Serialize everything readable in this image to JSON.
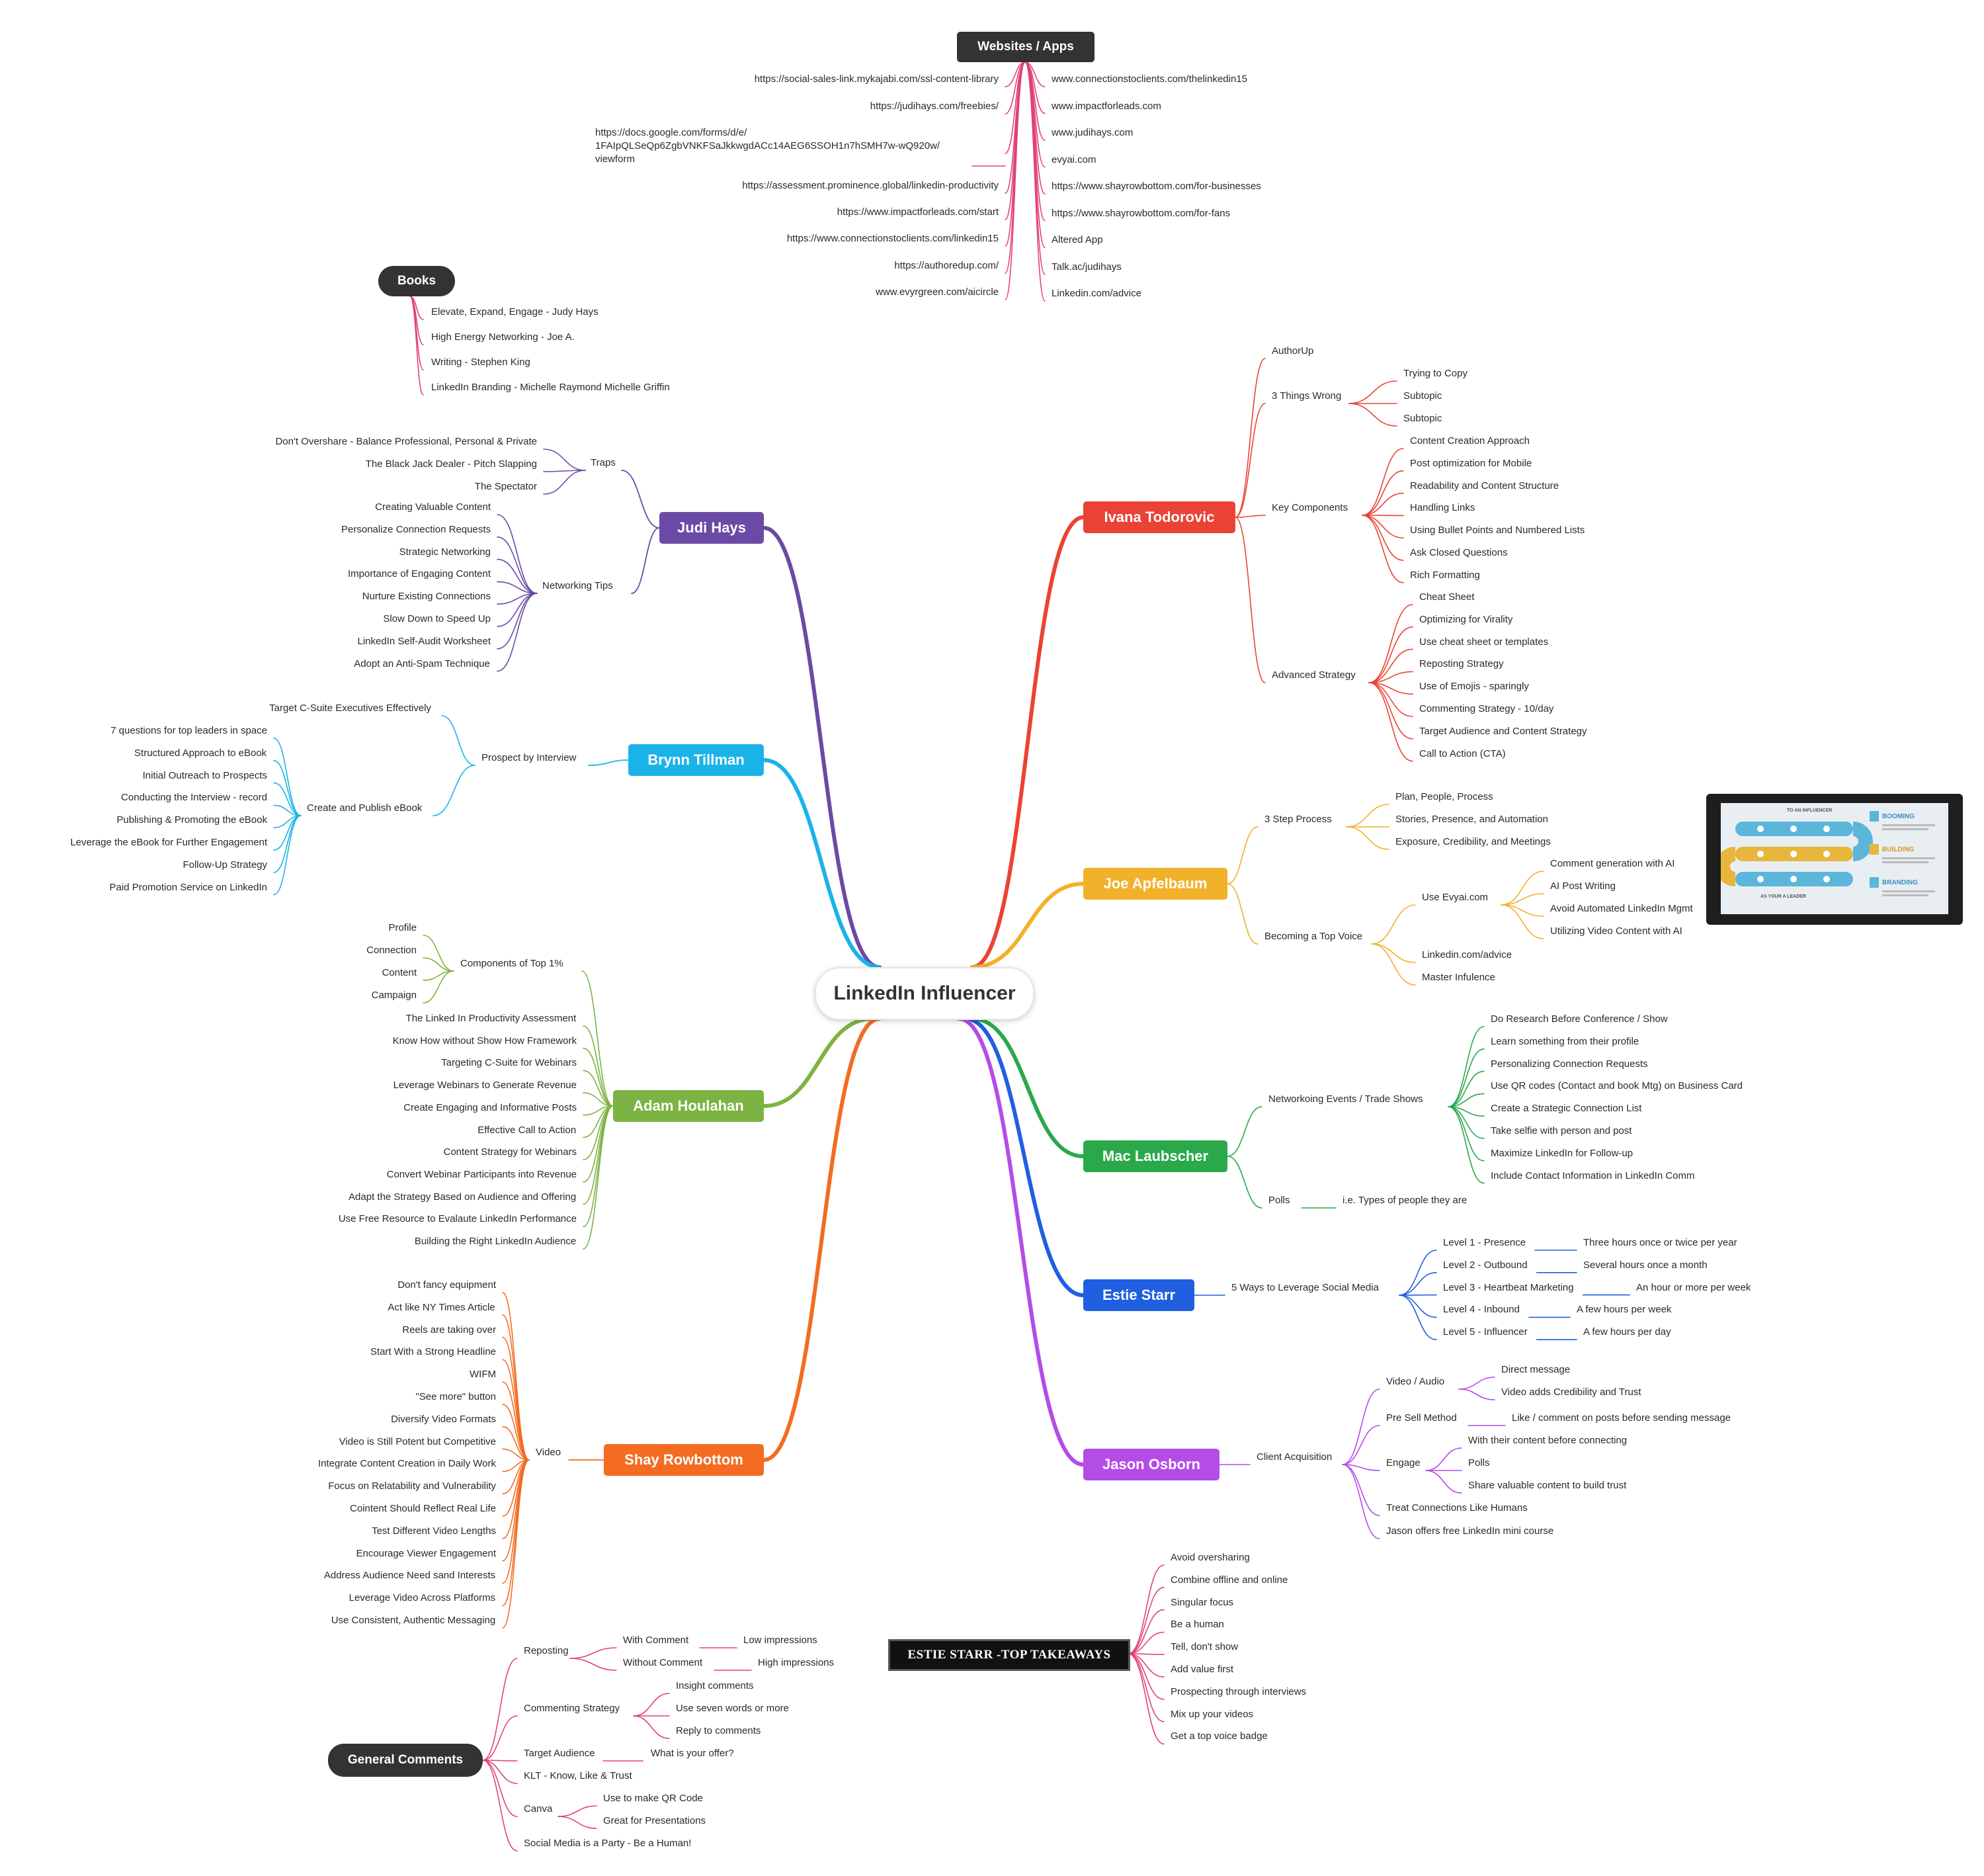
{
  "center": {
    "label": "LinkedIn Influencer"
  },
  "websites": {
    "title": "Websites  / Apps",
    "left": [
      "https://social-sales-link.mykajabi.com/ssl-content-library",
      "https://judihays.com/freebies/",
      "https://docs.google.com/forms/d/e/\n1FAIpQLSeQp6ZgbVNKFSaJkkwgdACc14AEG6SSOH1n7hSMH7w-wQ920w/\nviewform",
      "https://assessment.prominence.global/linkedin-productivity",
      "https://www.impactforleads.com/start",
      "https://www.connectionstoclients.com/linkedin15",
      "https://authoredup.com/",
      "www.evyrgreen.com/aicircle"
    ],
    "right": [
      "www.connectionstoclients.com/thelinkedin15",
      "www.impactforleads.com",
      "www.judihays.com",
      "evyai.com",
      "https://www.shayrowbottom.com/for-businesses",
      "https://www.shayrowbottom.com/for-fans",
      "Altered App",
      "Talk.ac/judihays",
      "Linkedin.com/advice"
    ]
  },
  "books": {
    "title": "Books",
    "items": [
      "Elevate, Expand, Engage - Judy Hays",
      "High Energy Networking - Joe A.",
      "Writing - Stephen King",
      "LinkedIn Branding - Michelle Raymond Michelle Griffin"
    ]
  },
  "judi": {
    "title": "Judi Hays",
    "traps_label": "Traps",
    "traps": [
      "Don't Overshare - Balance Professional, Personal & Private",
      "The Black Jack Dealer - Pitch Slapping",
      "The Spectator"
    ],
    "tips_label": "Networking Tips",
    "tips": [
      "Creating Valuable Content",
      "Personalize Connection Requests",
      "Strategic Networking",
      "Importance of Engaging Content",
      "Nurture Existing Connections",
      "Slow Down to Speed Up",
      "LinkedIn Self-Audit Worksheet",
      "Adopt an Anti-Spam Technique"
    ]
  },
  "brynn": {
    "title": "Brynn Tillman",
    "prospect_label": "Prospect by Interview",
    "target": "Target C-Suite Executives Effectively",
    "ebook_label": "Create and Publish eBook",
    "ebook": [
      "7 questions for top leaders in space",
      "Structured Approach to eBook",
      "Initial Outreach to Prospects",
      "Conducting the Interview - record",
      "Publishing & Promoting the eBook",
      "Leverage the eBook for Further Engagement",
      "Follow-Up Strategy",
      "Paid Promotion Service on LinkedIn"
    ]
  },
  "adam": {
    "title": "Adam Houlahan",
    "comp_label": "Components of Top 1%",
    "comp": [
      "Profile",
      "Connection",
      "Content",
      "Campaign"
    ],
    "items": [
      "The Linked In Productivity Assessment",
      "Know How without Show How Framework",
      "Targeting C-Suite for Webinars",
      "Leverage Webinars to Generate Revenue",
      "Create Engaging and Informative Posts",
      "Effective Call to Action",
      "Content Strategy for Webinars",
      "Convert Webinar Participants into Revenue",
      "Adapt the Strategy Based on Audience and Offering",
      "Use Free Resource to Evalaute LinkedIn Performance",
      "Building the Right LinkedIn Audience"
    ]
  },
  "shay": {
    "title": "Shay Rowbottom",
    "video_label": "Video",
    "items": [
      "Don't fancy equipment",
      "Act like NY Times Article",
      "Reels are taking over",
      "Start With a Strong Headline",
      "WIFM",
      "\"See more\" button",
      "Diversify Video Formats",
      "Video is Still Potent but Competitive",
      "Integrate Content Creation in Daily Work",
      "Focus on Relatability and Vulnerability",
      "Cointent Should Reflect Real Life",
      "Test Different Video Lengths",
      "Encourage Viewer Engagement",
      "Address Audience Need sand Interests",
      "Leverage Video Across Platforms",
      "Use Consistent, Authentic Messaging"
    ]
  },
  "general": {
    "title": "General Comments",
    "reposting": "Reposting",
    "with_comment": "With Comment",
    "low": "Low impressions",
    "without_comment": "Without Comment",
    "high": "High impressions",
    "commenting": "Commenting Strategy",
    "comment_items": [
      "Insight comments",
      "Use seven words or more",
      "Reply to comments"
    ],
    "target": "Target Audience",
    "offer": "What is your offer?",
    "klt": "KLT - Know, Like & Trust",
    "canva": "Canva",
    "canva_items": [
      "Use to make QR Code",
      "Great for Presentations"
    ],
    "party": "Social Media is a Party - Be a Human!"
  },
  "ivana": {
    "title": "Ivana Todorovic",
    "authorup": "AuthorUp",
    "wrong_label": "3 Things Wrong",
    "wrong": [
      "Trying to Copy",
      "Subtopic",
      "Subtopic"
    ],
    "key_label": "Key Components",
    "key": [
      "Content Creation Approach",
      "Post optimization for Mobile",
      "Readability and Content Structure",
      "Handling Links",
      "Using Bullet Points and Numbered Lists",
      "Ask Closed Questions",
      "Rich Formatting"
    ],
    "adv_label": "Advanced Strategy",
    "adv": [
      "Cheat Sheet",
      "Optimizing for Virality",
      "Use cheat sheet or templates",
      "Reposting Strategy",
      "Use of Emojis - sparingly",
      "Commenting Strategy - 10/day",
      "Target Audience and Content Strategy",
      "Call to Action (CTA)"
    ]
  },
  "joe": {
    "title": "Joe Apfelbaum",
    "step_label": "3 Step Process",
    "steps": [
      "Plan, People, Process",
      "Stories, Presence, and Automation",
      "Exposure, Credibility, and Meetings"
    ],
    "voice_label": "Becoming a Top Voice",
    "evyai_label": "Use Evyai.com",
    "evyai": [
      "Comment generation with AI",
      "AI Post Writing",
      "Avoid Automated LinkedIn Mgmt",
      "Utilizing Video Content with AI"
    ],
    "advice": "Linkedin.com/advice",
    "master": "Master Infulence"
  },
  "thumb": {
    "hdr": "TO AN INFLUENCER",
    "s3": "BOOMING",
    "s2": "BUILDING",
    "s1": "BRANDING",
    "foot": "AS YOUR A LEADER"
  },
  "mac": {
    "title": "Mac Laubscher",
    "events_label": "Networkoing Events / Trade Shows",
    "events": [
      "Do Research Before Conference / Show",
      "Learn something from their profile",
      "Personalizing Connection Requests",
      "Use QR codes (Contact and book Mtg) on Business Card",
      "Create a Strategic Connection List",
      "Take selfie with person and post",
      "Maximize LinkedIn for Follow-up",
      "Include Contact Information in LinkedIn Comm"
    ],
    "polls": "Polls",
    "polls_note": "i.e. Types of people they are"
  },
  "estie": {
    "title": "Estie Starr",
    "ways": "5 Ways to Leverage Social Media",
    "levels": [
      "Level 1 - Presence",
      "Level 2 - Outbound",
      "Level 3 - Heartbeat Marketing",
      "Level 4 - Inbound",
      "Level 5 - Influencer"
    ],
    "freq": [
      "Three hours once or twice per year",
      "Several hours once a month",
      "An hour or more per week",
      "A few hours per week",
      "A few hours per day"
    ]
  },
  "jason": {
    "title": "Jason Osborn",
    "acq": "Client Acquisition",
    "video_label": "Video / Audio",
    "video": [
      "Direct message",
      "Video adds Credibility and Trust"
    ],
    "presell": "Pre Sell Method",
    "presell_note": "Like / comment on posts before sending message",
    "engage_label": "Engage",
    "engage": [
      "With their content before connecting",
      "Polls",
      "Share valuable content to build trust"
    ],
    "treat": "Treat Connections Like Humans",
    "course": "Jason offers free LinkedIn mini course"
  },
  "takeaways": {
    "title": "ESTIE STARR -TOP TAKEAWAYS",
    "items": [
      "Avoid oversharing",
      "Combine offline and online",
      "Singular focus",
      "Be a human",
      "Tell, don't show",
      "Add value first",
      "Prospecting through interviews",
      "Mix up your videos",
      "Get a top voice badge"
    ]
  },
  "colors": {
    "websites": "#e0417c",
    "books": "#e0417c",
    "judi": "#6a4aa5",
    "brynn": "#1ab3e8",
    "adam": "#7cb342",
    "shay": "#f36c21",
    "general": "#e0417c",
    "ivana": "#ea4335",
    "joe": "#f2b12a",
    "mac": "#2aa84a",
    "estie": "#1f5fe0",
    "jason": "#b44ce6",
    "takeaways": "#e0417c"
  }
}
